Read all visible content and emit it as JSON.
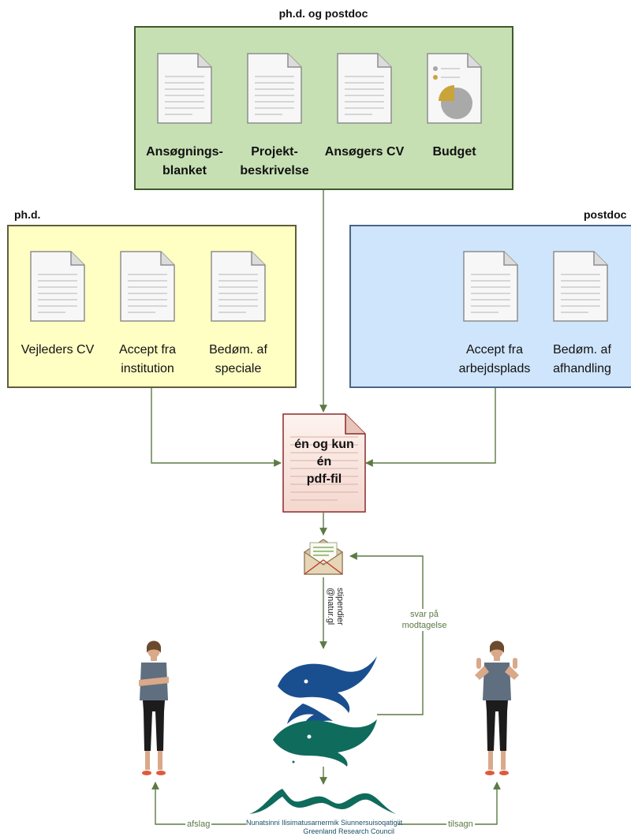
{
  "groups": {
    "common": {
      "title": "ph.d. og postdoc",
      "docs": [
        {
          "label_1": "Ansøgnings-",
          "label_2": "blanket"
        },
        {
          "label_1": "Projekt-",
          "label_2": "beskrivelse"
        },
        {
          "label_1": "Ansøgers CV",
          "label_2": ""
        },
        {
          "label_1": "Budget",
          "label_2": ""
        }
      ]
    },
    "phd": {
      "title": "ph.d.",
      "docs": [
        {
          "label_1": "Vejleders CV",
          "label_2": ""
        },
        {
          "label_1": "Accept fra",
          "label_2": "institution"
        },
        {
          "label_1": "Bedøm. af",
          "label_2": "speciale"
        }
      ]
    },
    "postdoc": {
      "title": "postdoc",
      "docs": [
        {
          "label_1": "Accept fra",
          "label_2": "arbejdsplads"
        },
        {
          "label_1": "Bedøm. af",
          "label_2": "afhandling"
        }
      ]
    }
  },
  "pdf": {
    "line_1": "én og kun",
    "line_2": "én",
    "line_3": "pdf-fil"
  },
  "email": {
    "line_1": "stipendier",
    "line_2": "@natur.gl"
  },
  "edges": {
    "reply": "svar på modtagelse",
    "reject": "afslag",
    "accept": "tilsagn"
  },
  "council": {
    "line_1": "Nunatsinni Ilisimatusarnermik Siunnersuisoqatigiit",
    "line_2": "Greenland Research Council"
  },
  "colors": {
    "green_box": "#c6e0b4",
    "yellow_box": "#ffffc4",
    "blue_box": "#cfe5fb",
    "arrow": "#5c7a44",
    "pdf_border": "#8b2a2a",
    "logo_blue": "#1a4f8f",
    "logo_teal": "#0f6b5c"
  }
}
